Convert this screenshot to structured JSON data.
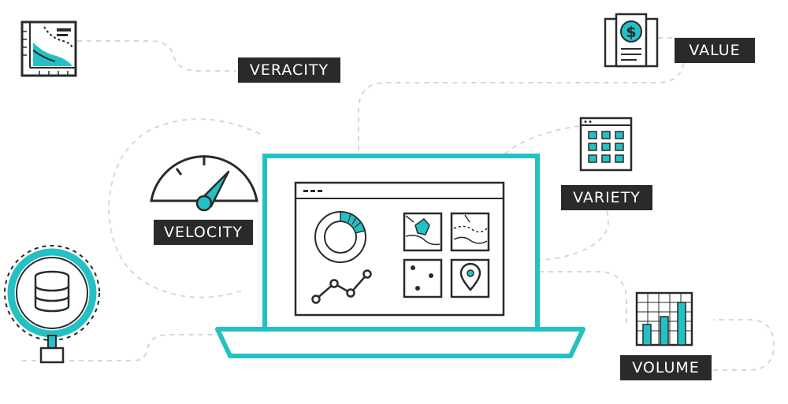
{
  "labels": {
    "veracity": "VERACITY",
    "value": "VALUE",
    "variety": "VARIETY",
    "velocity": "VELOCITY",
    "volume": "VOLUME"
  },
  "icons": {
    "veracity": "map-survey-icon",
    "value": "dollar-document-icon",
    "variety": "calendar-grid-icon",
    "velocity": "speedometer-icon",
    "volume": "bar-chart-icon",
    "center": "laptop-dashboard-icon",
    "bottom_left": "database-magnifier-icon",
    "coin": "dollar-icon"
  },
  "colors": {
    "accent": "#24c1c4",
    "ink": "#2a2a2a",
    "connector": "#d7d7d7",
    "label_bg": "#2a2a2a",
    "label_text": "#ffffff"
  }
}
